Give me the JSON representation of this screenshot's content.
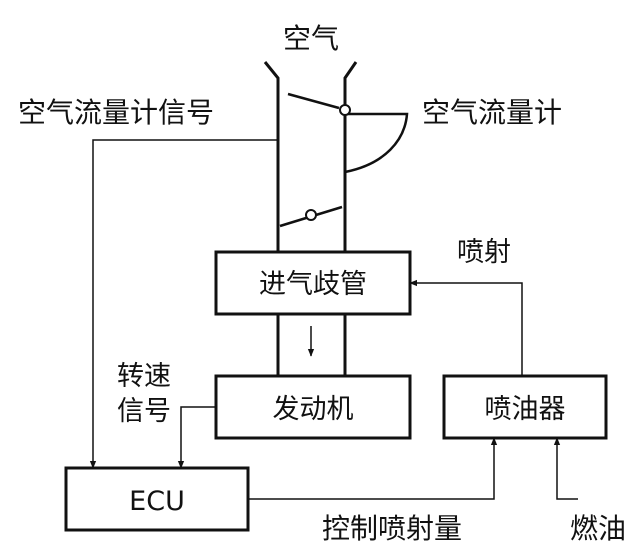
{
  "labels": {
    "air": "空气",
    "air_flow_signal": "空气流量计信号",
    "air_flow_meter": "空气流量计",
    "injection": "喷射",
    "speed_signal_1": "转速",
    "speed_signal_2": "信号",
    "control_injection": "控制喷射量",
    "fuel": "燃油"
  },
  "blocks": {
    "intake_manifold": "进气歧管",
    "engine": "发动机",
    "injector": "喷油器",
    "ecu": "ECU"
  },
  "colors": {
    "line": "#111111",
    "background": "#ffffff"
  }
}
